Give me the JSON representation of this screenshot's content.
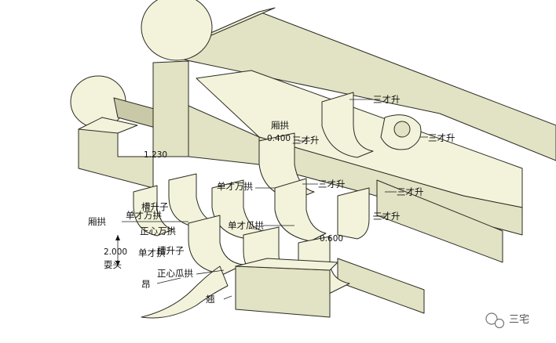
{
  "labels": {
    "sancai_sheng": "三才升",
    "xiang_gong": "厢拱",
    "dancai_wan_gong": "单才万拱",
    "cao_sheng_zi": "槽升子",
    "dancai_gong": "单才拱",
    "zhengxin_wan_gong": "正心万拱",
    "dancai_gua_gong": "单才瓜拱",
    "zhengxin_gua_gong": "正心瓜拱",
    "shua_tou": "耍头",
    "ang": "昂",
    "qiao": "翘"
  },
  "dimensions": {
    "d1": "1.230",
    "d2": "0.400",
    "d3": "2.000",
    "d4": "0.600"
  },
  "watermark": {
    "text": "三宅",
    "icon": "wechat-icon"
  },
  "colors": {
    "wood": "#f3f3dc",
    "wood_shade": "#e2e2c4",
    "outline": "#2b2b22"
  }
}
